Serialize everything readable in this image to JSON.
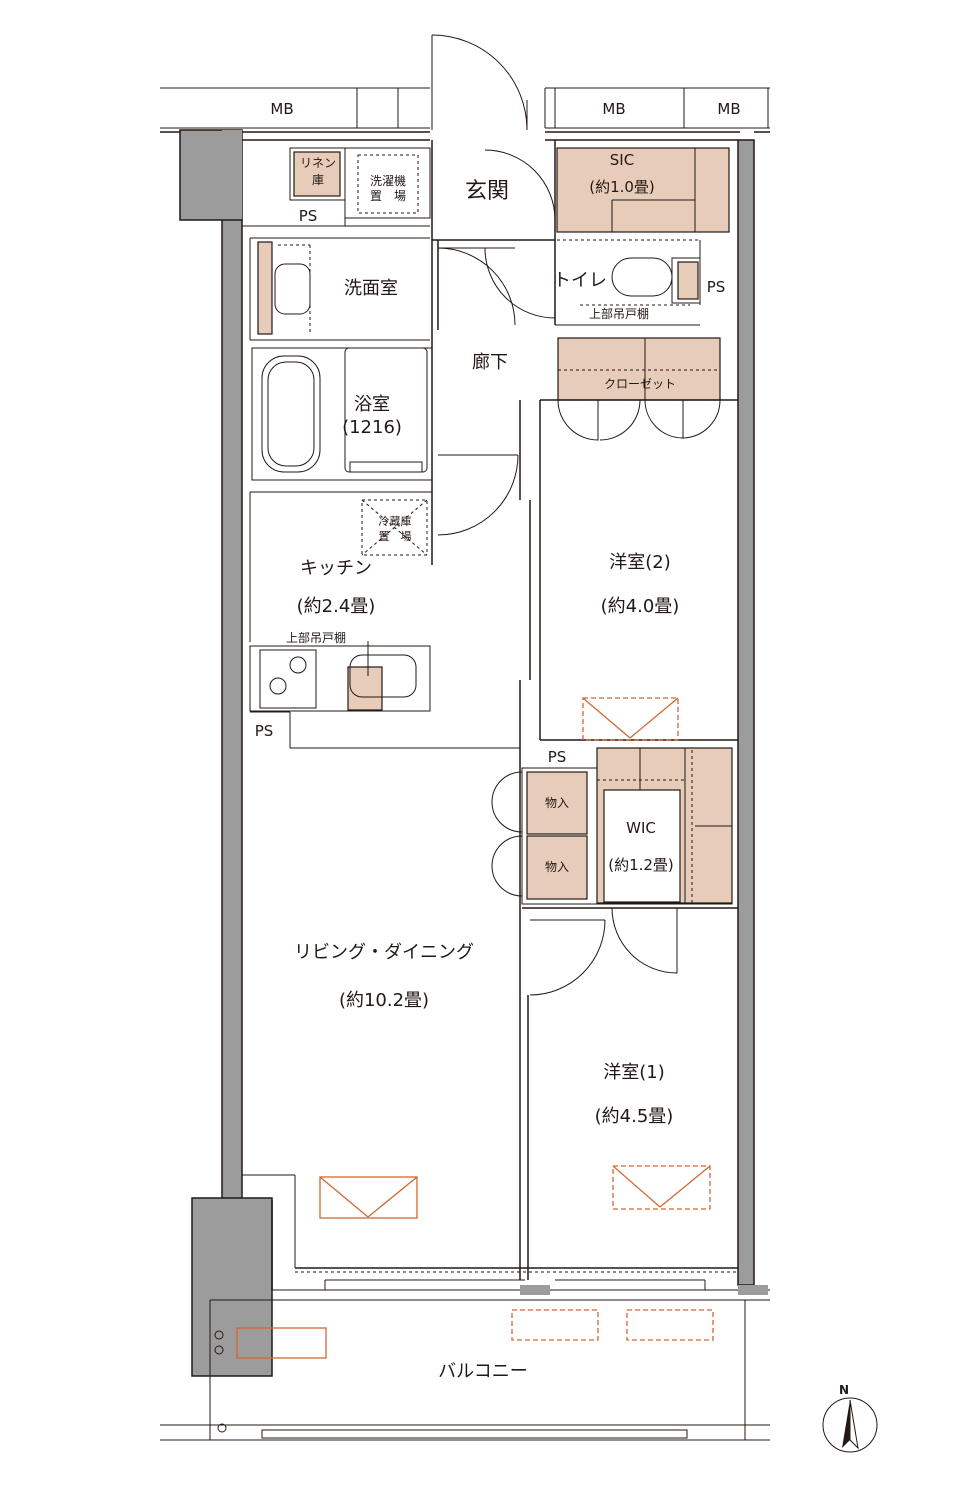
{
  "labels": {
    "mb": "MB",
    "ps": "PS",
    "linen": [
      "リネン",
      "庫"
    ],
    "washer": [
      "洗濯機",
      "置　場"
    ],
    "entrance": "玄関",
    "sic": [
      "SIC",
      "(約1.0畳)"
    ],
    "toilet": "トイレ",
    "upper_cabinet": "上部吊戸棚",
    "washroom": "洗面室",
    "corridor": "廊下",
    "closet": "クローゼット",
    "bath": [
      "浴室",
      "(1216)"
    ],
    "fridge": [
      "冷蔵庫",
      "置　場"
    ],
    "kitchen": [
      "キッチン",
      "(約2.4畳)"
    ],
    "western2": [
      "洋室(2)",
      "(約4.0畳)"
    ],
    "storage": "物入",
    "wic": [
      "WIC",
      "(約1.2畳)"
    ],
    "living": [
      "リビング・ダイニング",
      "(約10.2畳)"
    ],
    "western1": [
      "洋室(1)",
      "(約4.5畳)"
    ],
    "balcony": "バルコニー",
    "north": "N"
  },
  "colors": {
    "wall": "#9c9c9c",
    "storage_fill": "#e7cdb9",
    "window_mark": "#d0692f",
    "line": "#231815"
  }
}
